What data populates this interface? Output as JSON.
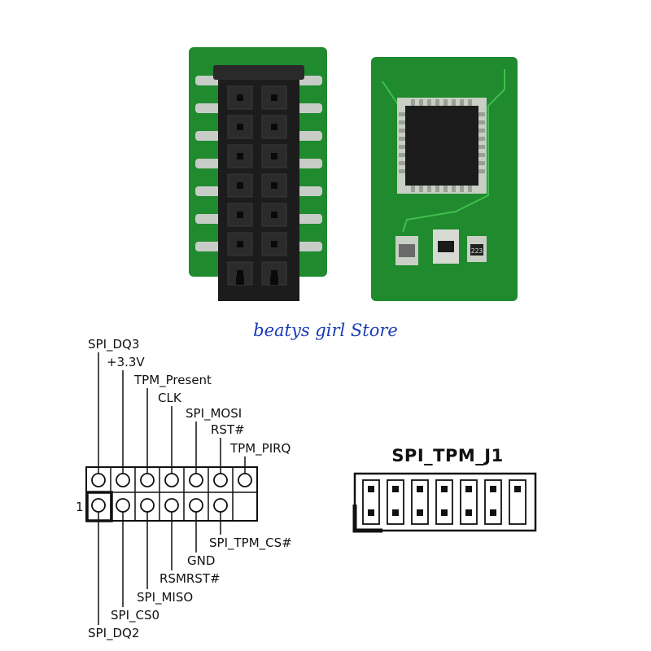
{
  "watermark": "beatys girl Store",
  "photo": {
    "board_color": "#1f8a2e",
    "connector_color": "#1a1a1a",
    "chip_color": "#1b1b1b",
    "resistor_code": "223"
  },
  "schematic": {
    "pin_one_marker": "1",
    "top_row_labels": [
      "SPI_DQ3",
      "+3.3V",
      "TPM_Present",
      "CLK",
      "SPI_MOSI",
      "RST#",
      "TPM_PIRQ"
    ],
    "bottom_row_labels": [
      "SPI_DQ2",
      "SPI_CS0",
      "SPI_MISO",
      "RSMRST#",
      "GND",
      "SPI_TPM_CS#"
    ]
  },
  "header": {
    "title": "SPI_TPM_J1"
  }
}
